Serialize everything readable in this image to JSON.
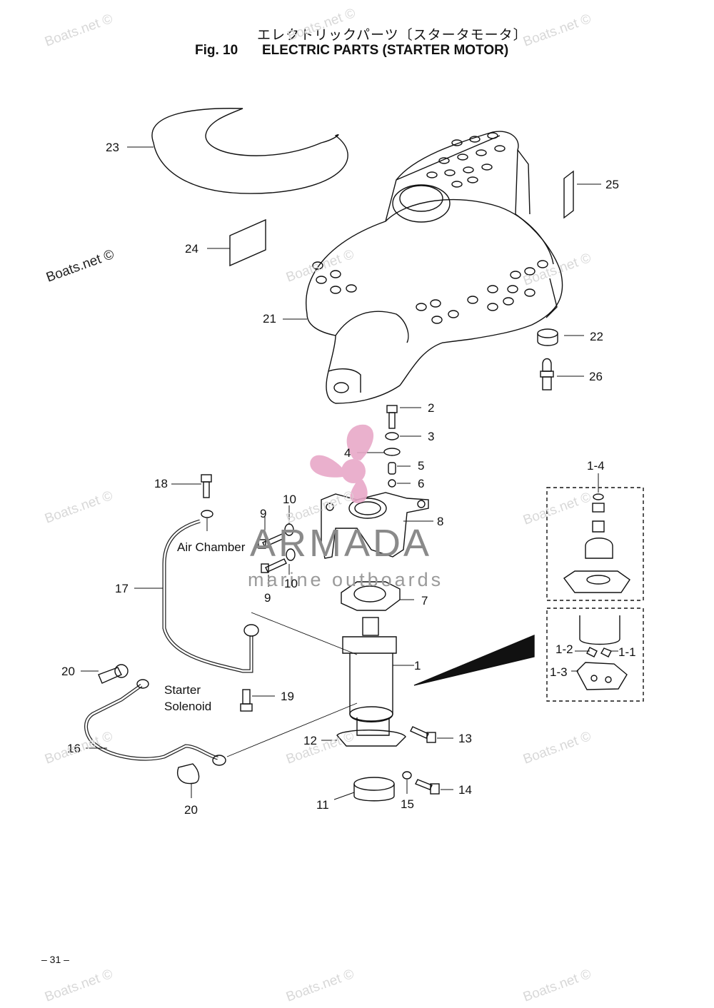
{
  "header": {
    "title_jp": "エレクトリックパーツ〔スタータモータ〕",
    "fig_label": "Fig. 10",
    "title_en": "ELECTRIC PARTS (STARTER MOTOR)"
  },
  "watermark": {
    "text": "Boats.net ©",
    "color": "#d8d8d8",
    "dark_color": "#222222"
  },
  "brand": {
    "name": "ARMADA",
    "tagline": "marine outboards",
    "logo_color": "#e8a8c8",
    "text_color": "#8a8a8a"
  },
  "labels": {
    "air_chamber": "Air Chamber",
    "starter": "Starter",
    "solenoid": "Solenoid"
  },
  "callouts": {
    "c23": "23",
    "c25": "25",
    "c24": "24",
    "c21": "21",
    "c22": "22",
    "c26": "26",
    "c2": "2",
    "c3": "3",
    "c4": "4",
    "c5": "5",
    "c6": "6",
    "c8": "8",
    "c10a": "10",
    "c9a": "9",
    "c10b": "10",
    "c9b": "9",
    "c7": "7",
    "c1": "1",
    "c18": "18",
    "c17": "17",
    "c20a": "20",
    "c19": "19",
    "c16": "16",
    "c20b": "20",
    "c12": "12",
    "c13": "13",
    "c11": "11",
    "c15": "15",
    "c14": "14",
    "c1_4": "1-4",
    "c1_2": "1-2",
    "c1_1": "1-1",
    "c1_3": "1-3"
  },
  "footer": {
    "page_number": "– 31 –"
  }
}
